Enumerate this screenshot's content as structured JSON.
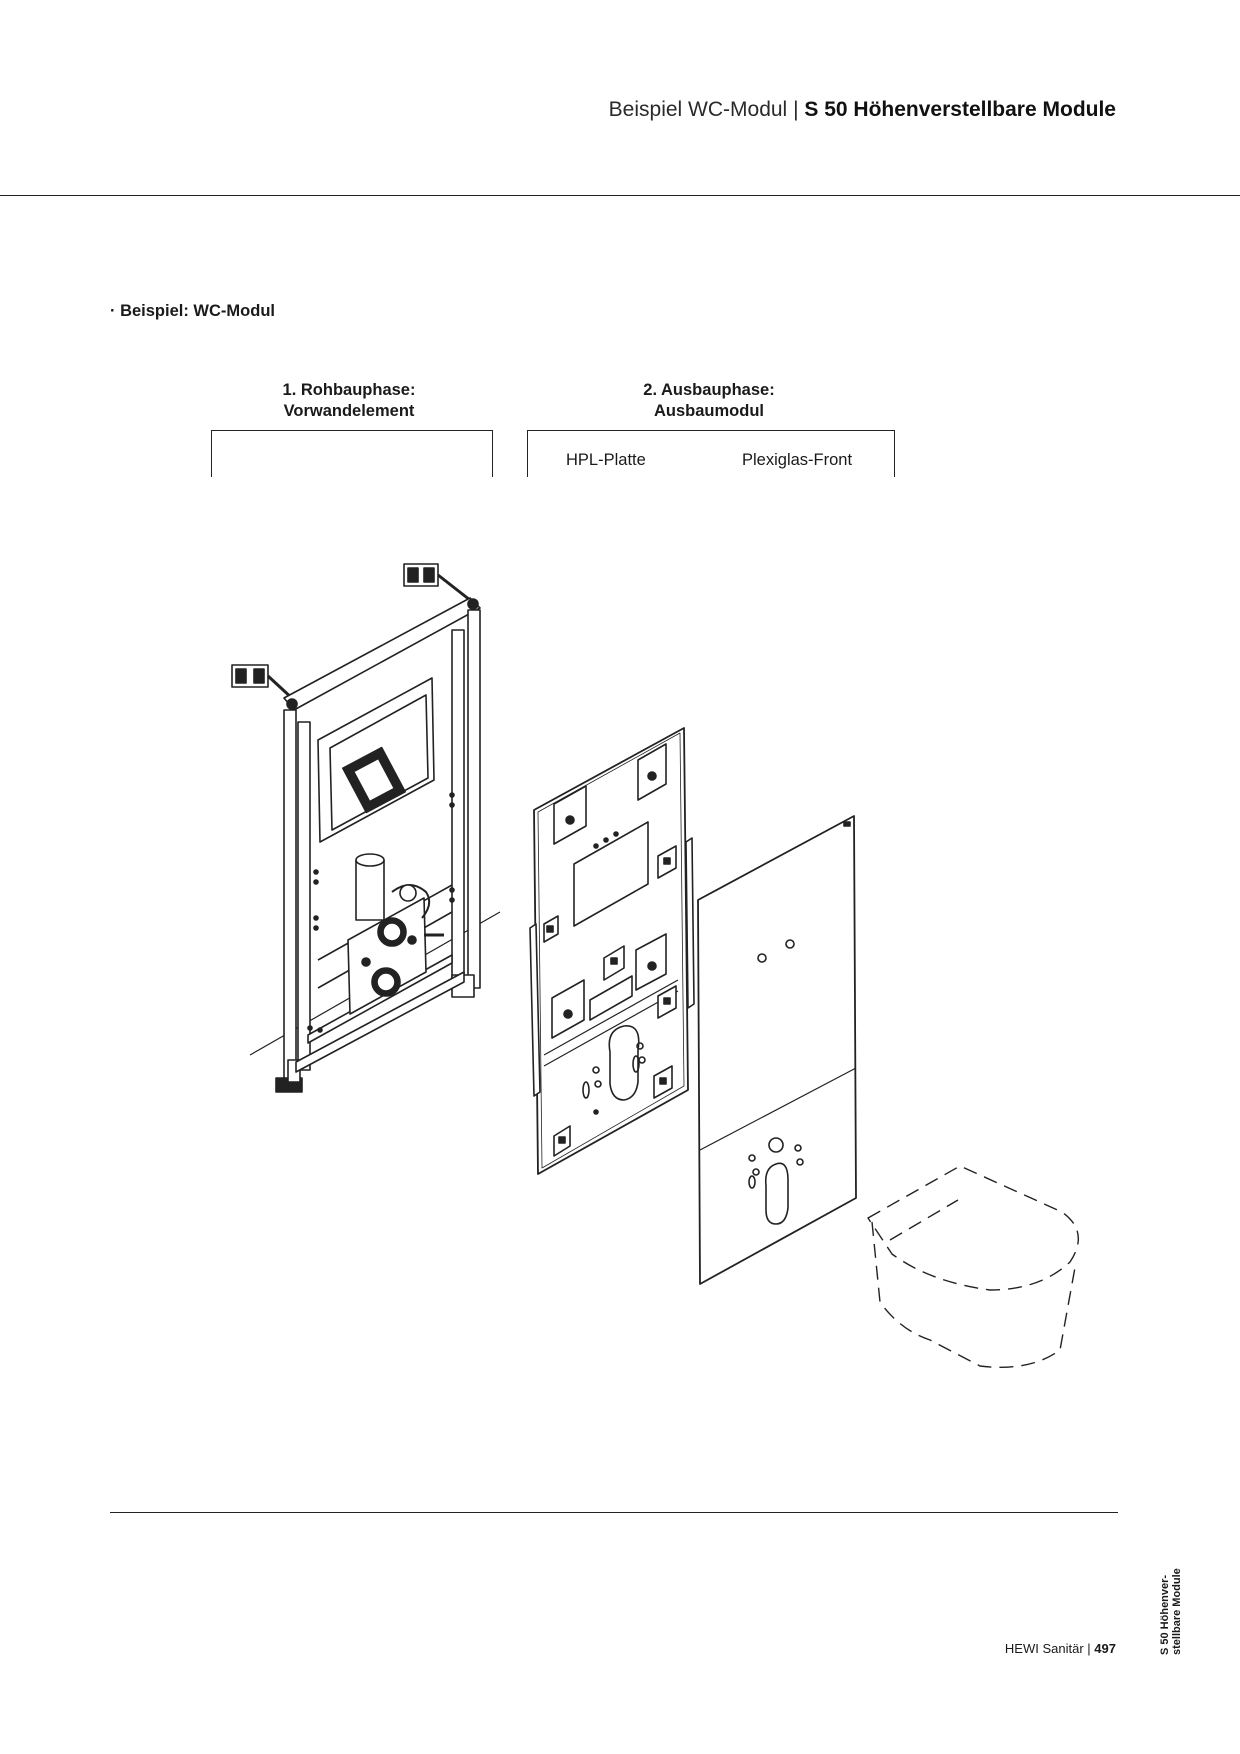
{
  "header": {
    "title_light": "Beispiel WC-Modul",
    "separator": "|",
    "title_bold": "S 50 Höhenverstellbare Module"
  },
  "section": {
    "heading": "· Beispiel: WC-Modul"
  },
  "phases": [
    {
      "line1": "1. Rohbauphase:",
      "line2": "Vorwandelement"
    },
    {
      "line1": "2. Ausbauphase:",
      "line2": "Ausbaumodul"
    }
  ],
  "components": {
    "hpl": "HPL-Platte",
    "plexiglas": "Plexiglas-Front"
  },
  "footer": {
    "brand": "HEWI Sanitär",
    "separator": "|",
    "page_number": "497"
  },
  "side_tab": {
    "line1": "S 50 Höhenver-",
    "line2": "stellbare Module"
  },
  "colors": {
    "ink": "#1a1a1a",
    "background": "#ffffff"
  }
}
